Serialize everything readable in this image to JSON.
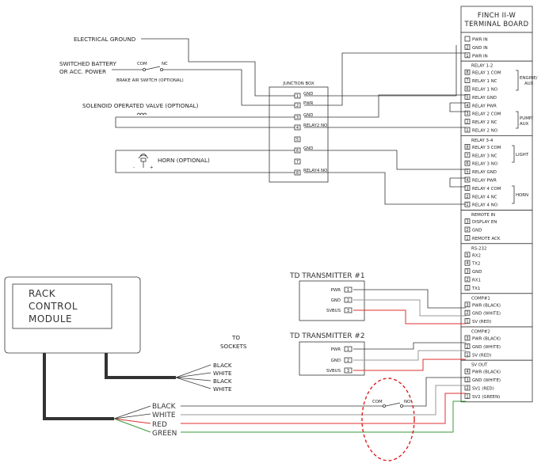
{
  "board": {
    "title_1": "FINCH II-W",
    "title_2": "TERMINAL BOARD",
    "sections": [
      {
        "header": "",
        "pins": [
          {
            "num": "",
            "label": "PWR IN"
          },
          {
            "num": "2",
            "label": "GND IN"
          },
          {
            "num": "1",
            "label": "PWR IN"
          }
        ]
      },
      {
        "header": "RELAY 1-2",
        "pins": [
          {
            "num": "8",
            "label": "RELAY 1 COM"
          },
          {
            "num": "7",
            "label": "RELAY 1 NC"
          },
          {
            "num": "6",
            "label": "RELAY 1 NO"
          },
          {
            "num": "5",
            "label": "RELAY GND"
          },
          {
            "num": "4",
            "label": "RELAY PWR"
          },
          {
            "num": "3",
            "label": "RELAY 2 COM"
          },
          {
            "num": "2",
            "label": "RELAY 2 NC"
          },
          {
            "num": "1",
            "label": "RELAY 2 NO"
          }
        ]
      },
      {
        "header": "RELAY 3-4",
        "pins": [
          {
            "num": "8",
            "label": "RELAY 3 COM"
          },
          {
            "num": "7",
            "label": "RELAY 3 NC"
          },
          {
            "num": "6",
            "label": "RELAY 3 NO"
          },
          {
            "num": "5",
            "label": "RELAY GND"
          },
          {
            "num": "4",
            "label": "RELAY PWR"
          },
          {
            "num": "3",
            "label": "RELAY 4 COM"
          },
          {
            "num": "2",
            "label": "RELAY 4 NC"
          },
          {
            "num": "1",
            "label": "RELAY 4 NO"
          }
        ]
      },
      {
        "header": "REMOTE IN",
        "pins": [
          {
            "num": "3",
            "label": "DISPLAY EN"
          },
          {
            "num": "2",
            "label": "GND"
          },
          {
            "num": "1",
            "label": "REMOTE ACK"
          }
        ]
      },
      {
        "header": "RS-232",
        "pins": [
          {
            "num": "5",
            "label": "RX2"
          },
          {
            "num": "4",
            "label": "TX2"
          },
          {
            "num": "3",
            "label": "GND"
          },
          {
            "num": "2",
            "label": "RX1"
          },
          {
            "num": "1",
            "label": "TX1"
          }
        ]
      },
      {
        "header": "COMP#1",
        "pins": [
          {
            "num": "3",
            "label": "PWR (BLACK)"
          },
          {
            "num": "2",
            "label": "GND (WHITE)"
          },
          {
            "num": "1",
            "label": "SV (RED)"
          }
        ]
      },
      {
        "header": "COMP#2",
        "pins": [
          {
            "num": "3",
            "label": "PWR (BLACK)"
          },
          {
            "num": "2",
            "label": "GND (WHITE)"
          },
          {
            "num": "1",
            "label": "SV (RED)"
          }
        ]
      },
      {
        "header": "SV OUT",
        "pins": [
          {
            "num": "4",
            "label": "PWR (BLACK)"
          },
          {
            "num": "3",
            "label": "GND (WHITE)"
          },
          {
            "num": "2",
            "label": "SV1 (RED)"
          },
          {
            "num": "1",
            "label": "SV2 (GREEN)"
          }
        ]
      }
    ],
    "group_labels": {
      "engine_1": "ENGINE/",
      "engine_2": "AUX",
      "pump_1": "PUMP/",
      "pump_2": "AUX",
      "light": "LIGHT",
      "horn": "HORN"
    }
  },
  "junction_box": {
    "title": "JUNCTION BOX",
    "pins": [
      {
        "num": "1",
        "label": "GND"
      },
      {
        "num": "2",
        "label": "PWR"
      },
      {
        "num": "3",
        "label": "GND"
      },
      {
        "num": "4",
        "label": "RELAY2 NO"
      },
      {
        "num": "5",
        "label": ""
      },
      {
        "num": "6",
        "label": "GND"
      },
      {
        "num": "7",
        "label": ""
      },
      {
        "num": "8",
        "label": "RELAY4 NO"
      }
    ]
  },
  "inputs": {
    "ground": "ELECTRICAL GROUND",
    "battery_1": "SWITCHED BATTERY",
    "battery_2": "OR ACC. POWER",
    "com": "COM",
    "nc": "NC",
    "brake": "BRAKE AIR SWITCH (OPTIONAL)",
    "solenoid": "SOLENOID OPERATED VALVE (OPTIONAL)",
    "horn": "HORN (OPTIONAL)",
    "minus": "-",
    "plus": "+"
  },
  "transmitters": [
    {
      "title": "TD TRANSMITTER #1",
      "pins": [
        {
          "num": "1",
          "label": "PWR"
        },
        {
          "num": "2",
          "label": "GND"
        },
        {
          "num": "3",
          "label": "SVBUS"
        }
      ]
    },
    {
      "title": "TD TRANSMITTER #2",
      "pins": [
        {
          "num": "1",
          "label": "PWR"
        },
        {
          "num": "2",
          "label": "GND"
        },
        {
          "num": "3",
          "label": "SVBUS"
        }
      ]
    }
  ],
  "rack": {
    "line_1": "RACK",
    "line_2": "CONTROL",
    "line_3": "MODULE"
  },
  "sockets": {
    "label_1": "TO",
    "label_2": "SOCKETS",
    "wires": [
      "BLACK",
      "WHITE",
      "BLACK",
      "WHITE"
    ]
  },
  "cable": {
    "wires": [
      "BLACK",
      "WHITE",
      "RED",
      "GREEN"
    ],
    "com": "COM",
    "no": "NO"
  },
  "colors": {
    "red": "#e03030",
    "green": "#3a9a3a",
    "gray": "#999999",
    "highlight": "#d92020"
  }
}
